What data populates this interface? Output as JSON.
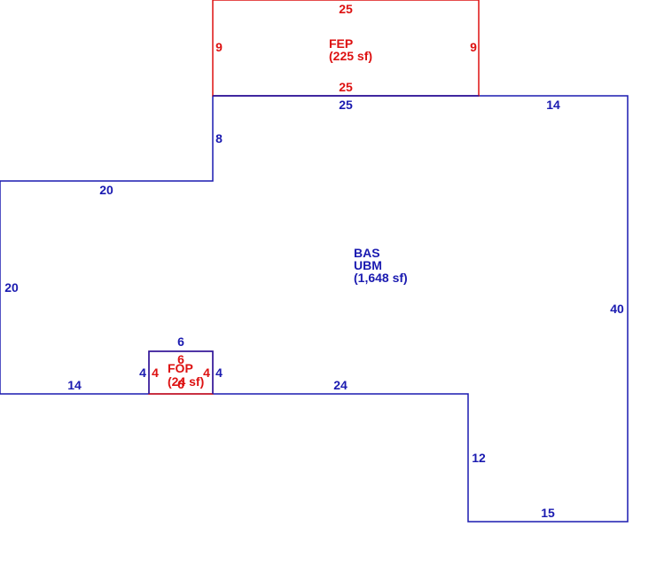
{
  "colors": {
    "building": "#1a1ab0",
    "addition": "#dd1111",
    "background": "#ffffff"
  },
  "fep": {
    "name": "FEP",
    "area": "(225 sf)",
    "top": "25",
    "left": "9",
    "right": "9",
    "bottom": "25"
  },
  "bas": {
    "name": "BAS",
    "sub": "UBM",
    "area": "(1,648 sf)",
    "dims": {
      "top_mid": "25",
      "top_right": "14",
      "step_vertical": "8",
      "step_horizontal": "20",
      "left": "20",
      "right": "40",
      "bottom_left": "14",
      "bottom_mid": "24",
      "notch_vertical": "12",
      "bottom_right": "15"
    }
  },
  "fop": {
    "name": "FOP",
    "area": "(24 sf)",
    "top_blue": "6",
    "left_blue": "4",
    "right_blue": "4",
    "top_red": "6",
    "left_red": "4",
    "right_red": "4",
    "bottom_red": "6"
  }
}
